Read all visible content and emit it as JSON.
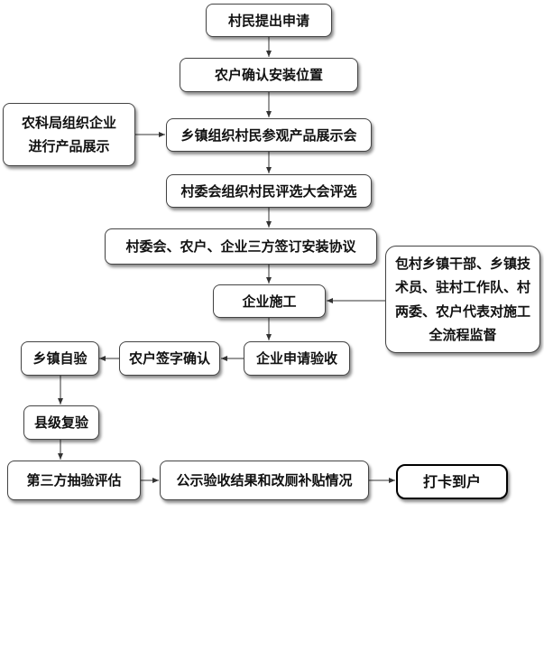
{
  "flowchart": {
    "steps": {
      "villager_apply": "村民提出申请",
      "farmer_confirm_location": "农户确认安装位置",
      "township_tour_exhibition": "乡镇组织村民参观产品展示会",
      "village_committee_review": "村委会组织村民评选大会评选",
      "tripartite_agreement": "村委会、农户、企业三方签订安装协议",
      "enterprise_construction": "企业施工",
      "enterprise_apply_acceptance": "企业申请验收",
      "farmer_sign_confirm": "农户签字确认",
      "township_self_check": "乡镇自验",
      "county_recheck": "县级复验",
      "third_party_sampling": "第三方抽验评估",
      "publicize_results": "公示验收结果和改厕补贴情况",
      "clock_in_household": "打卡到户"
    },
    "side_notes": {
      "agriculture_bureau_display": "农科局组织企业进行产品展示",
      "supervision": "包村乡镇干部、乡镇技术员、驻村工作队、村两委、农户代表对施工全流程监督"
    }
  }
}
